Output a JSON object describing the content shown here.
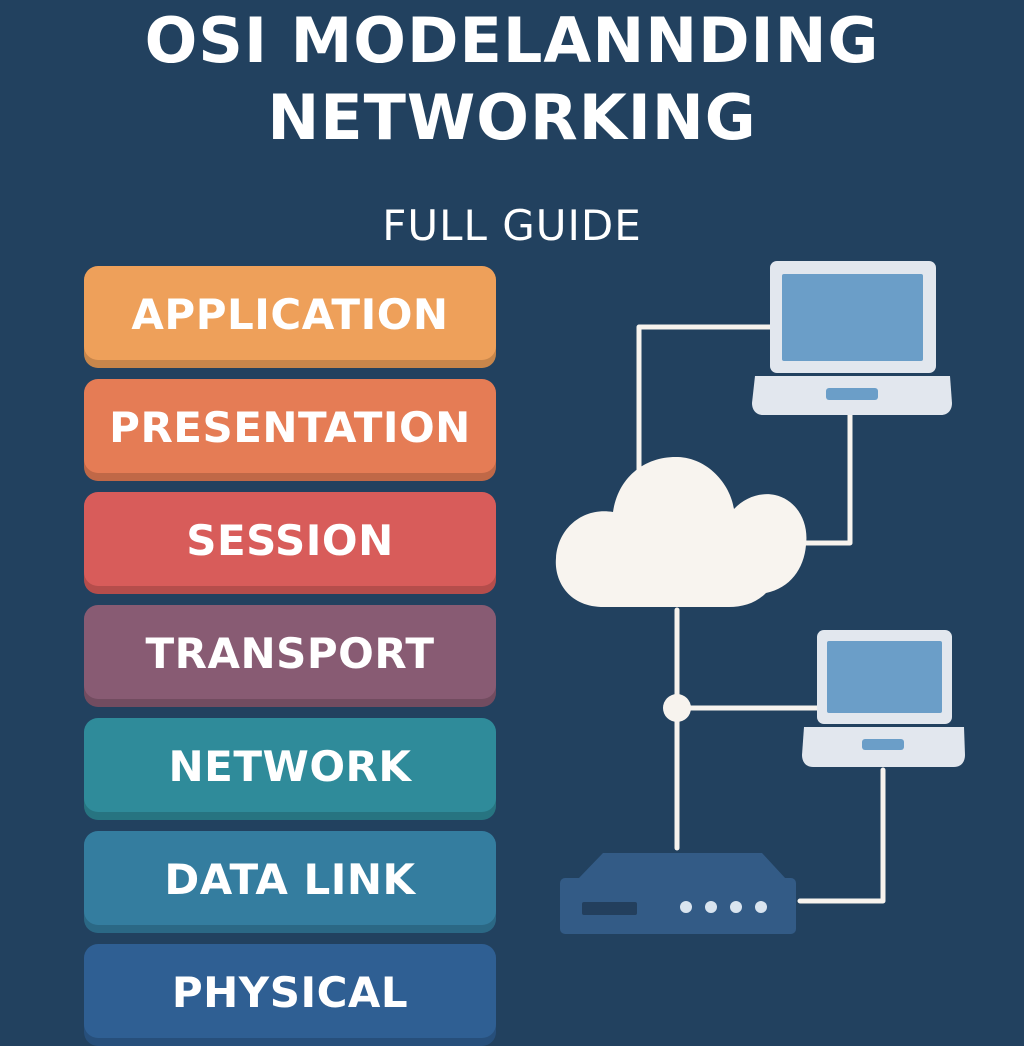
{
  "header": {
    "title_line_1": "OSI MODELANNDING",
    "title_line_2": "NETWORKING",
    "subtitle": "FULL GUIDE"
  },
  "layers": [
    {
      "label": "APPLICATION",
      "color": "#eea05a"
    },
    {
      "label": "PRESENTATION",
      "color": "#e57c55"
    },
    {
      "label": "SESSION",
      "color": "#d85c5a"
    },
    {
      "label": "TRANSPORT",
      "color": "#885b73"
    },
    {
      "label": "NETWORK",
      "color": "#2f8b9a"
    },
    {
      "label": "DATA LINK",
      "color": "#347d9f"
    },
    {
      "label": "PHYSICAL",
      "color": "#2f5f93"
    }
  ],
  "diagram": {
    "background_color": "#22415f",
    "line_color": "#f7f3ee",
    "cloud_color": "#f8f4ef",
    "laptop_screen_color": "#6b9ec8",
    "laptop_body_color": "#e2e7ee",
    "router_color": "#335b86",
    "router_detail_color": "#d9e4ef"
  }
}
